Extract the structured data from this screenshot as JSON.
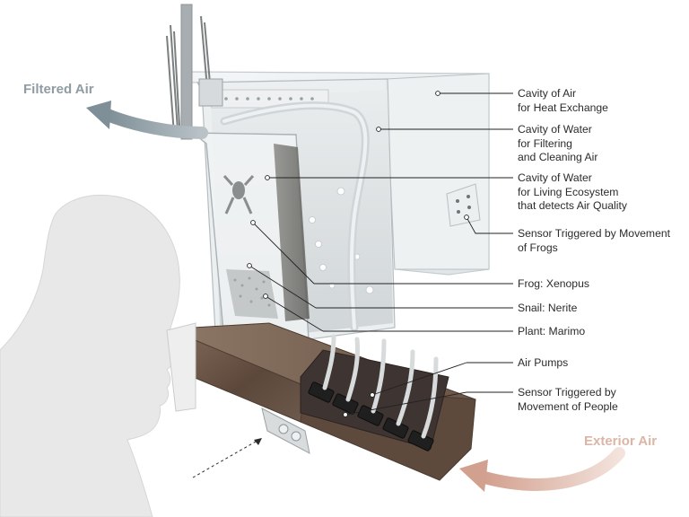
{
  "air_labels": {
    "filtered": "Filtered Air",
    "exterior": "Exterior Air"
  },
  "callouts": [
    {
      "id": "heat",
      "lines": [
        "Cavity of Air",
        "for Heat Exchange"
      ]
    },
    {
      "id": "filter",
      "lines": [
        "Cavity of Water",
        "for Filtering",
        "and Cleaning Air"
      ]
    },
    {
      "id": "eco",
      "lines": [
        "Cavity of Water",
        "for Living Ecosystem",
        "that detects Air Quality"
      ]
    },
    {
      "id": "frog-sensor",
      "lines": [
        "Sensor Triggered by Movement",
        "of Frogs"
      ]
    },
    {
      "id": "frog",
      "lines": [
        "Frog: Xenopus"
      ]
    },
    {
      "id": "snail",
      "lines": [
        "Snail: Nerite"
      ]
    },
    {
      "id": "plant",
      "lines": [
        "Plant: Marimo"
      ]
    },
    {
      "id": "pumps",
      "lines": [
        "Air Pumps"
      ]
    },
    {
      "id": "people-sensor",
      "lines": [
        "Sensor Triggered by",
        "Movement of People"
      ]
    }
  ],
  "colors": {
    "filtered_air": "#9aa7ae",
    "exterior_air": "#d9b1a3",
    "silhouette": "#e7e7e7",
    "wood": "#6b5446",
    "leader": "#222222"
  }
}
